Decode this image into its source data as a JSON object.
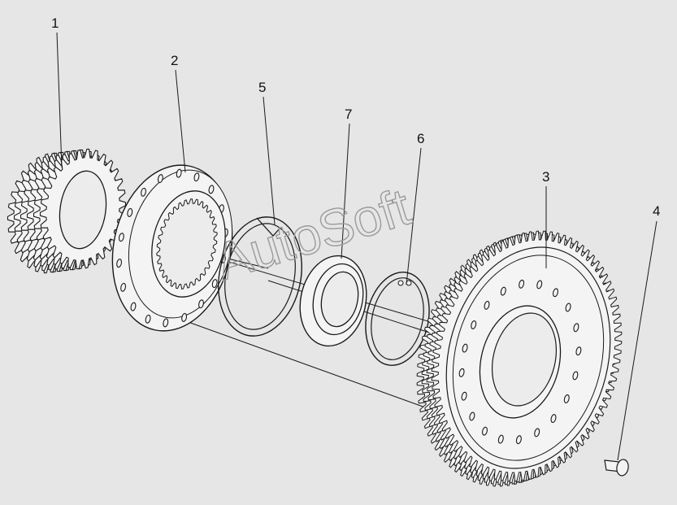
{
  "diagram": {
    "callouts": [
      {
        "id": "1",
        "label": "1"
      },
      {
        "id": "2",
        "label": "2"
      },
      {
        "id": "3",
        "label": "3"
      },
      {
        "id": "4",
        "label": "4"
      },
      {
        "id": "5",
        "label": "5"
      },
      {
        "id": "6",
        "label": "6"
      },
      {
        "id": "7",
        "label": "7"
      }
    ],
    "watermark": "AutoSoft"
  },
  "colors": {
    "background": "#e6e6e6",
    "line": "#1a1a1a",
    "part_fill": "#f4f4f4",
    "watermark": "#9a9a9a"
  }
}
